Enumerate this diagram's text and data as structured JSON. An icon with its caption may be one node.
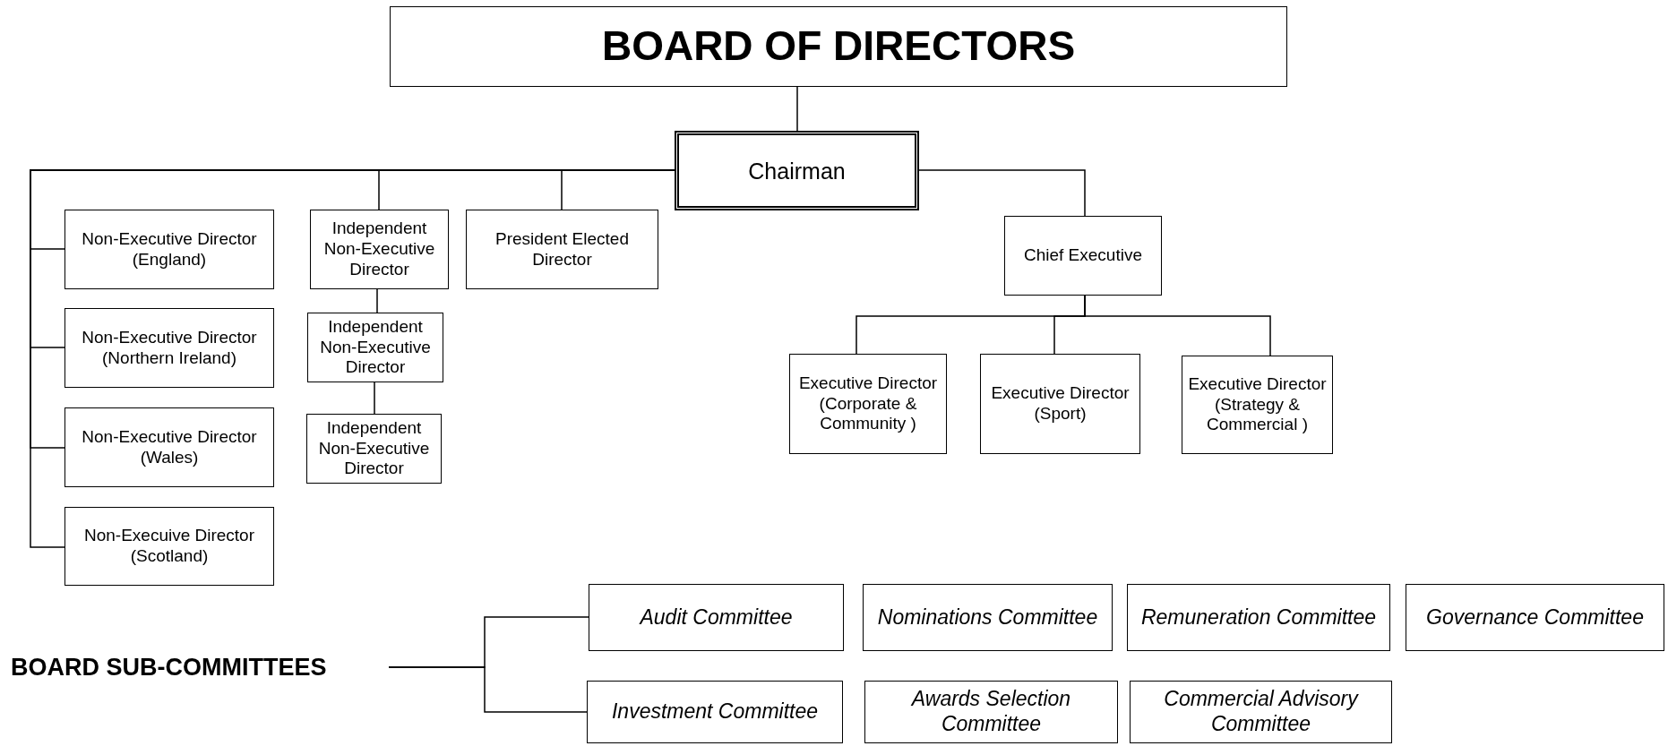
{
  "diagram": {
    "nodes": [
      {
        "text": [
          "BOARD OF DIRECTORS"
        ]
      },
      {
        "text": [
          "Chairman"
        ]
      },
      {
        "text": [
          "Non-Executive Director (England)"
        ]
      },
      {
        "text": [
          "Independent Non-Executive Director"
        ]
      },
      {
        "text": [
          "President Elected Director"
        ]
      },
      {
        "text": [
          "Chief Executive"
        ]
      },
      {
        "text": [
          "Non-Executive Director (Northern Ireland)"
        ]
      },
      {
        "text": [
          "Independent Non-Executive Director"
        ]
      },
      {
        "text": [
          "Executive Director (Corporate & Community )"
        ]
      },
      {
        "text": [
          "Executive Director (Sport)"
        ]
      },
      {
        "text": [
          "Executive Director (Strategy & Commercial )"
        ]
      },
      {
        "text": [
          "Non-Executive Director (Wales)"
        ]
      },
      {
        "text": [
          "Independent Non-Executive Director"
        ]
      },
      {
        "text": [
          "Non-Execuive Director (Scotland)"
        ]
      },
      {
        "text": [
          "BOARD SUB-COMMITTEES"
        ]
      },
      {
        "text": [
          "Audit Committee"
        ]
      },
      {
        "text": [
          "Nominations Committee"
        ]
      },
      {
        "text": [
          "Remuneration Committee"
        ]
      },
      {
        "text": [
          "Governance Committee"
        ]
      },
      {
        "text": [
          "Investment Committee"
        ]
      },
      {
        "text": [
          "Awards Selection Committee"
        ]
      },
      {
        "text": [
          "Commercial Advisory Committee"
        ]
      }
    ],
    "edges": [
      {
        "from": 0,
        "to": 1,
        "arrow": "none"
      },
      {
        "from": 1,
        "to": 2,
        "arrow": "none"
      },
      {
        "from": 1,
        "to": 6,
        "arrow": "none"
      },
      {
        "from": 1,
        "to": 11,
        "arrow": "none"
      },
      {
        "from": 1,
        "to": 13,
        "arrow": "none"
      },
      {
        "from": 1,
        "to": 3,
        "arrow": "none"
      },
      {
        "from": 1,
        "to": 4,
        "arrow": "none"
      },
      {
        "from": 1,
        "to": 5,
        "arrow": "none"
      },
      {
        "from": 3,
        "to": 7,
        "arrow": "none"
      },
      {
        "from": 7,
        "to": 12,
        "arrow": "none"
      },
      {
        "from": 5,
        "to": 8,
        "arrow": "none"
      },
      {
        "from": 5,
        "to": 9,
        "arrow": "none"
      },
      {
        "from": 5,
        "to": 10,
        "arrow": "none"
      },
      {
        "from": 14,
        "to": 15,
        "arrow": "none"
      },
      {
        "from": 14,
        "to": 19,
        "arrow": "none"
      }
    ]
  }
}
